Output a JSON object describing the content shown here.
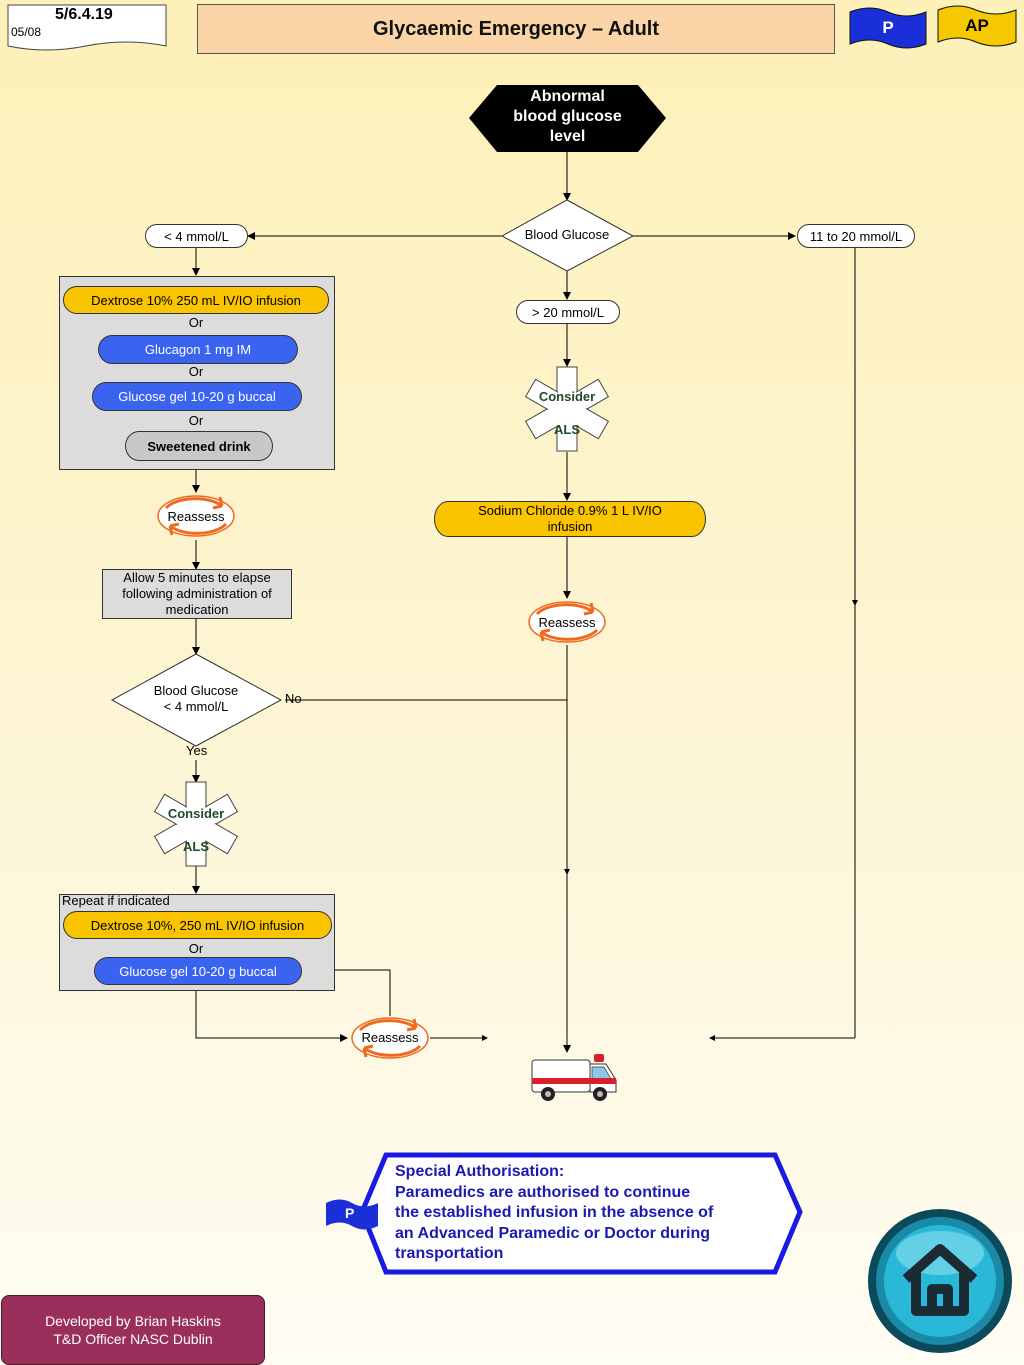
{
  "header": {
    "ref_code": "5/6.4.19",
    "ref_date": "05/08",
    "title": "Glycaemic Emergency – Adult",
    "badge_p": "P",
    "badge_ap": "AP"
  },
  "flow": {
    "start": {
      "line1": "Abnormal",
      "line2": "blood glucose",
      "line3": "level"
    },
    "decision_main": "Blood Glucose",
    "branch_low": "< 4 mmol/L",
    "branch_mid": "11 to 20 mmol/L",
    "branch_high": "> 20 mmol/L",
    "low_options": {
      "dextrose": "Dextrose 10% 250 mL IV/IO infusion",
      "or1": "Or",
      "glucagon": "Glucagon 1 mg IM",
      "or2": "Or",
      "glucose_gel": "Glucose gel 10-20 g buccal",
      "or3": "Or",
      "drink": "Sweetened drink"
    },
    "consider_top": "Consider",
    "als_top": "ALS",
    "saline": {
      "line1": "Sodium Chloride 0.9% 1 L IV/IO",
      "line2": "infusion"
    },
    "reassess_1": "Reassess",
    "reassess_2": "Reassess",
    "reassess_3": "Reassess",
    "wait_note": {
      "line1": "Allow 5 minutes to elapse",
      "line2": "following administration of",
      "line3": "medication"
    },
    "decision_recheck": {
      "line1": "Blood Glucose",
      "line2": "< 4 mmol/L"
    },
    "no_label": "No",
    "yes_label": "Yes",
    "consider_low": "Consider",
    "als_low": "ALS",
    "repeat": {
      "heading": "Repeat if indicated",
      "dextrose": "Dextrose 10%, 250 mL IV/IO infusion",
      "or": "Or",
      "glucose_gel": "Glucose gel 10-20 g buccal"
    }
  },
  "special_authorisation": {
    "badge": "P",
    "heading": "Special Authorisation:",
    "line1": "Paramedics are authorised to continue",
    "line2": "the established infusion in the absence of",
    "line3": "an Advanced Paramedic or Doctor during",
    "line4": "transportation"
  },
  "footer": {
    "line1": "Developed by Brian Haskins",
    "line2": "T&D Officer NASC Dublin"
  },
  "colors": {
    "title_bg": "#fbd5a8",
    "flag_blue": "#1a2fd8",
    "flag_yellow": "#f5c800",
    "yellow_cylinder": "#fbc400",
    "blue_cylinder": "#3a64f0",
    "reassess_orange": "#f06a1e",
    "special_text": "#1a1ab0",
    "footer_bg": "#9a2f5c"
  },
  "icons": [
    "star-of-life-icon",
    "reassess-cycle-icon",
    "ambulance-icon",
    "home-icon"
  ]
}
